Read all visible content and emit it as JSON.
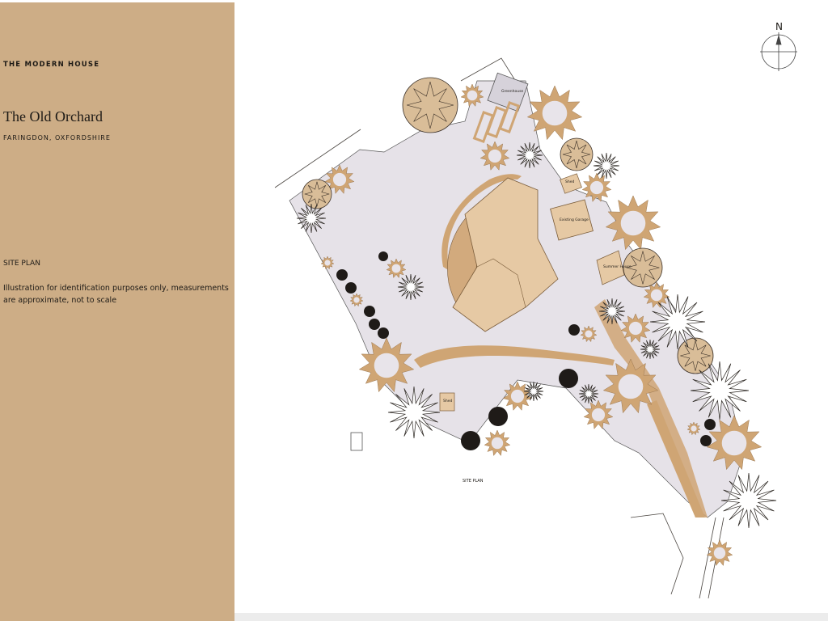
{
  "sidebar": {
    "brand": "THE MODERN HOUSE",
    "title": "The Old Orchard",
    "location": "FARINGDON, OXFORDSHIRE",
    "section_label": "SITE PLAN",
    "disclaimer": "Illustration for identification purposes only, measurements are approximate, not to scale"
  },
  "plan": {
    "caption": "SITE PLAN",
    "compass_letter": "N",
    "labels": {
      "greenhouse": "Greenhouse",
      "shed": "Shed",
      "existing_garage": "Existing Garage",
      "summer_house": "Summer House",
      "shed_2": "Shed"
    }
  },
  "colors": {
    "panel": "#cdad86",
    "ground": "#e6e2e8",
    "house": "#e6c9a4",
    "house_shade": "#d2aa7d",
    "path": "#cfa574",
    "tree_dark": "#1f1b18"
  }
}
